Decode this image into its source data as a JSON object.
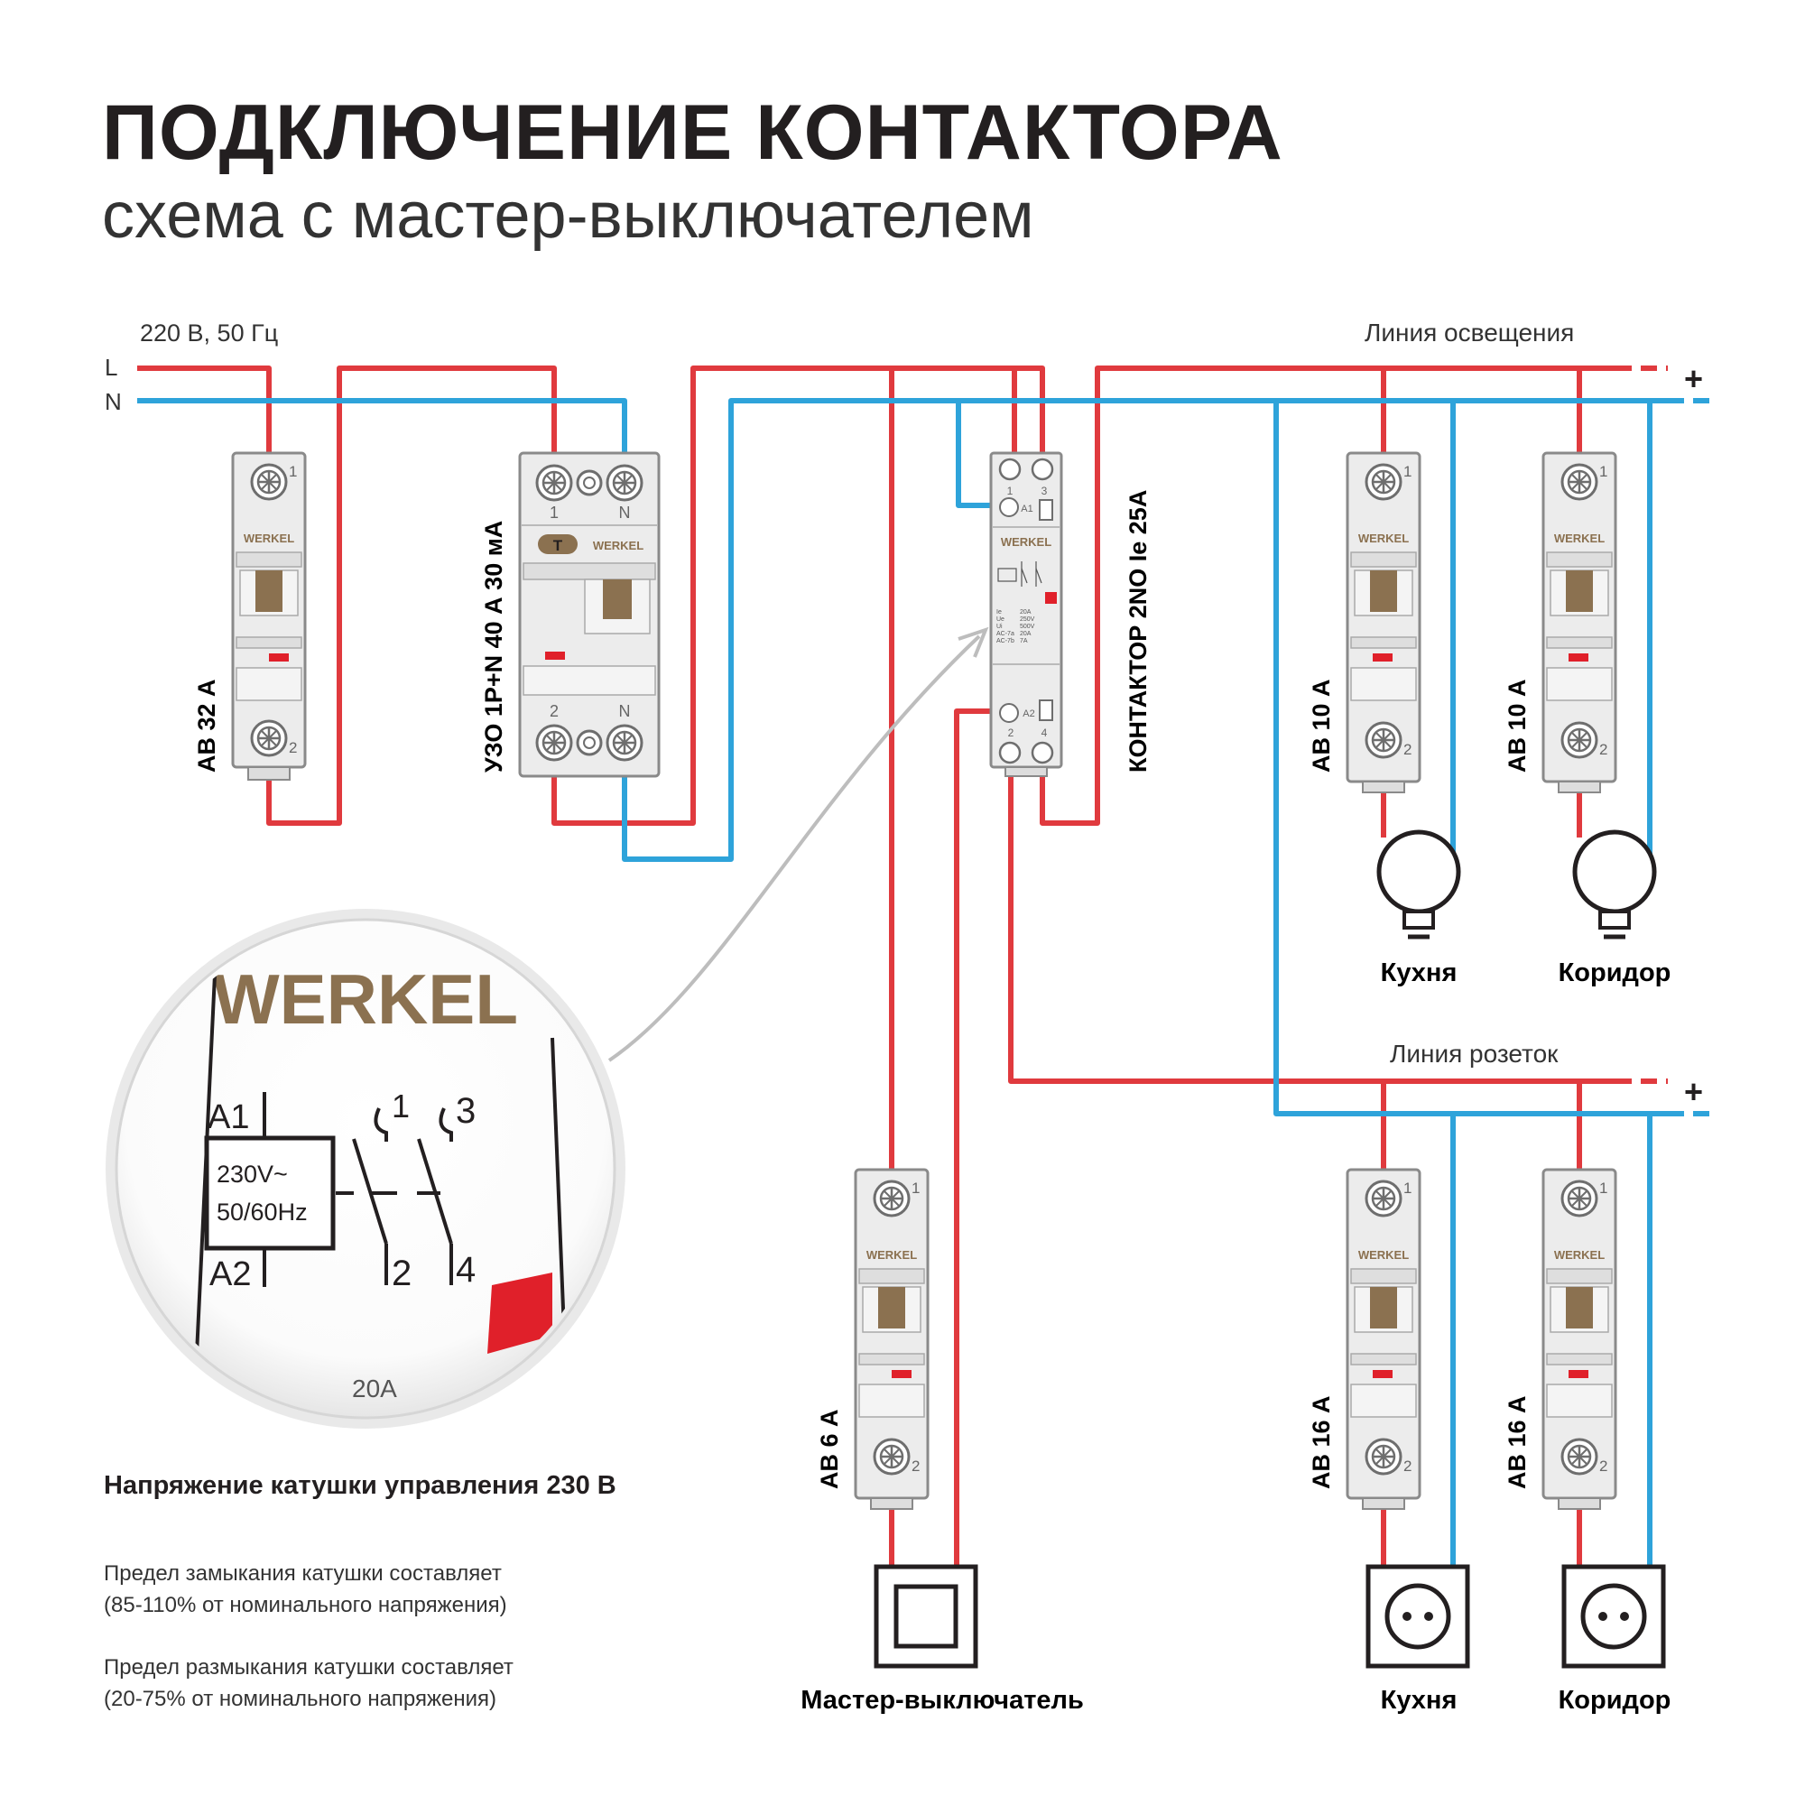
{
  "header": {
    "title": "ПОДКЛЮЧЕНИЕ КОНТАКТОРА",
    "subtitle": "схема с мастер-выключателем"
  },
  "supply": {
    "label": "220 В, 50 Гц",
    "line_l": "L",
    "line_n": "N"
  },
  "lines": {
    "lighting": "Линия освещения",
    "sockets": "Линия розеток",
    "plus": "+"
  },
  "devices": {
    "brand": "WERKEL",
    "main_breaker": "АВ 32 А",
    "rcd": "УЗО 1P+N 40 А 30 мА",
    "contactor": "КОНТАКТОР 2NO Ie 25A",
    "light_breaker": "АВ 10 А",
    "socket_breaker": "АВ 16 А",
    "master_breaker": "АВ 6 А",
    "rcd_test": "T"
  },
  "terminals": {
    "t1": "1",
    "t2": "2",
    "t3": "3",
    "t4": "4",
    "n": "N",
    "a1": "A1",
    "a2": "A2"
  },
  "loads": {
    "kitchen": "Кухня",
    "corridor": "Коридор",
    "master_switch": "Мастер-выключатель"
  },
  "zoom": {
    "brand": "WERKEL",
    "coil_voltage": "230V~",
    "coil_freq": "50/60Hz",
    "a1": "A1",
    "a2": "A2",
    "c1": "1",
    "c3": "3",
    "c2": "2",
    "c4": "4",
    "rating": "20A"
  },
  "contactor_label": {
    "ie": "Ie",
    "ie_v": "20A",
    "ue": "Ue",
    "ue_v": "250V",
    "ui": "Ui",
    "ui_v": "500V",
    "ac7a": "AC-7a",
    "ac7a_v": "20A",
    "ac7b": "AC-7b",
    "ac7b_v": "7A"
  },
  "notes": {
    "heading": "Напряжение катушки управления 230 В",
    "close_line1": "Предел замыкания катушки составляет",
    "close_line2": "(85-110% от номинального напряжения)",
    "open_line1": "Предел размыкания катушки составляет",
    "open_line2": "(20-75% от номинального напряжения)"
  },
  "colors": {
    "phase": "#e03a3e",
    "neutral": "#2ea3da",
    "device_body": "#ececec",
    "device_outline": "#8a8a8a",
    "handle": "#8b7150",
    "indicator": "#e0202a",
    "text": "#231f20"
  }
}
